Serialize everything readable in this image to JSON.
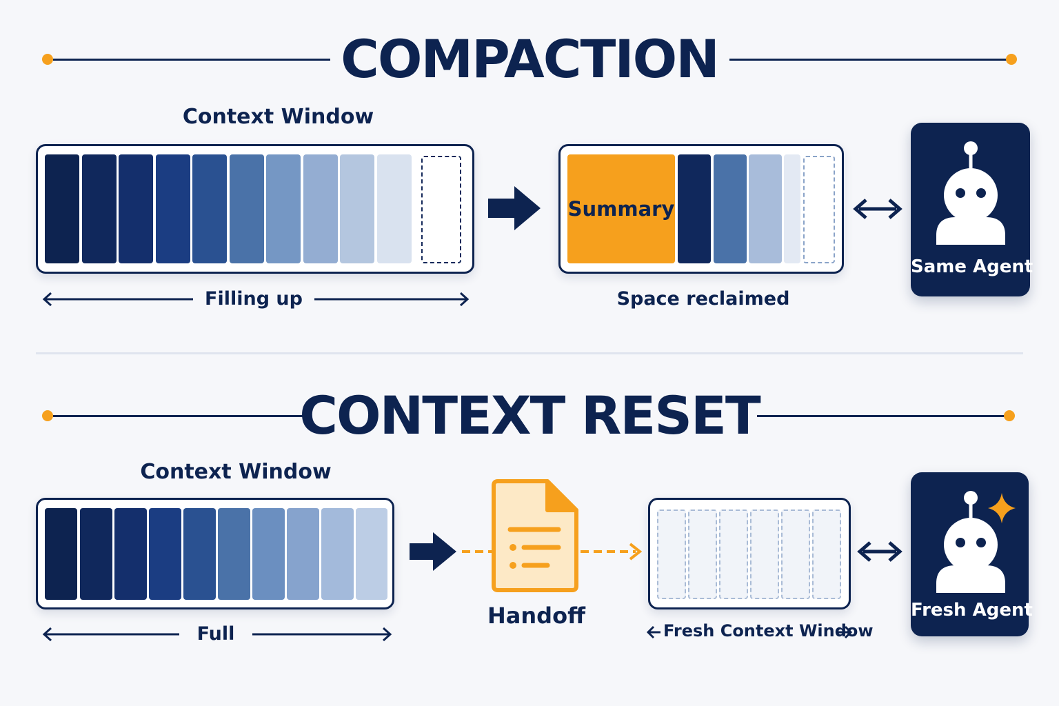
{
  "compaction": {
    "title": "COMPACTION",
    "window_label": "Context Window",
    "filling_label": "Filling up",
    "summary_label": "Summary",
    "reclaimed_label": "Space reclaimed",
    "agent_label": "Same Agent"
  },
  "context_reset": {
    "title": "CONTEXT RESET",
    "window_label": "Context Window",
    "full_label": "Full",
    "handoff_label": "Handoff",
    "fresh_window_label": "Fresh Context Window",
    "agent_label": "Fresh Agent"
  },
  "colors": {
    "navy": "#0d2350",
    "accent": "#f6a01d",
    "background": "#f6f7fa"
  },
  "icons": [
    "robot-icon",
    "sparkle-icon",
    "document-icon",
    "arrow-right-icon",
    "double-arrow-icon"
  ]
}
